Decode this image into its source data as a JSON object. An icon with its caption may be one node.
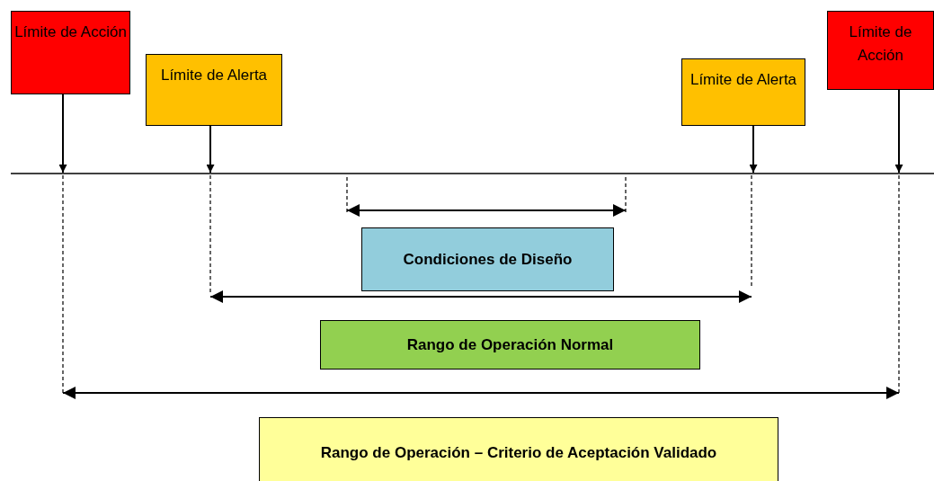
{
  "diagram": {
    "nodes": [
      {
        "text": [
          "Límite de Acción"
        ]
      },
      {
        "text": [
          "Límite de Alerta"
        ]
      },
      {
        "text": [
          "Límite de Alerta"
        ]
      },
      {
        "text": [
          "Límite de Acción"
        ]
      },
      {
        "text": [
          "Condiciones de Diseño"
        ]
      },
      {
        "text": [
          "Rango de Operación Normal"
        ]
      },
      {
        "text": [
          "Rango de Operación – Criterio de Aceptación Validado"
        ]
      }
    ],
    "edges": [
      {
        "from": 0,
        "to": null,
        "arrow": "to"
      },
      {
        "from": 1,
        "to": null,
        "arrow": "to"
      },
      {
        "from": 2,
        "to": null,
        "arrow": "to"
      },
      {
        "from": 3,
        "to": null,
        "arrow": "to"
      }
    ]
  }
}
